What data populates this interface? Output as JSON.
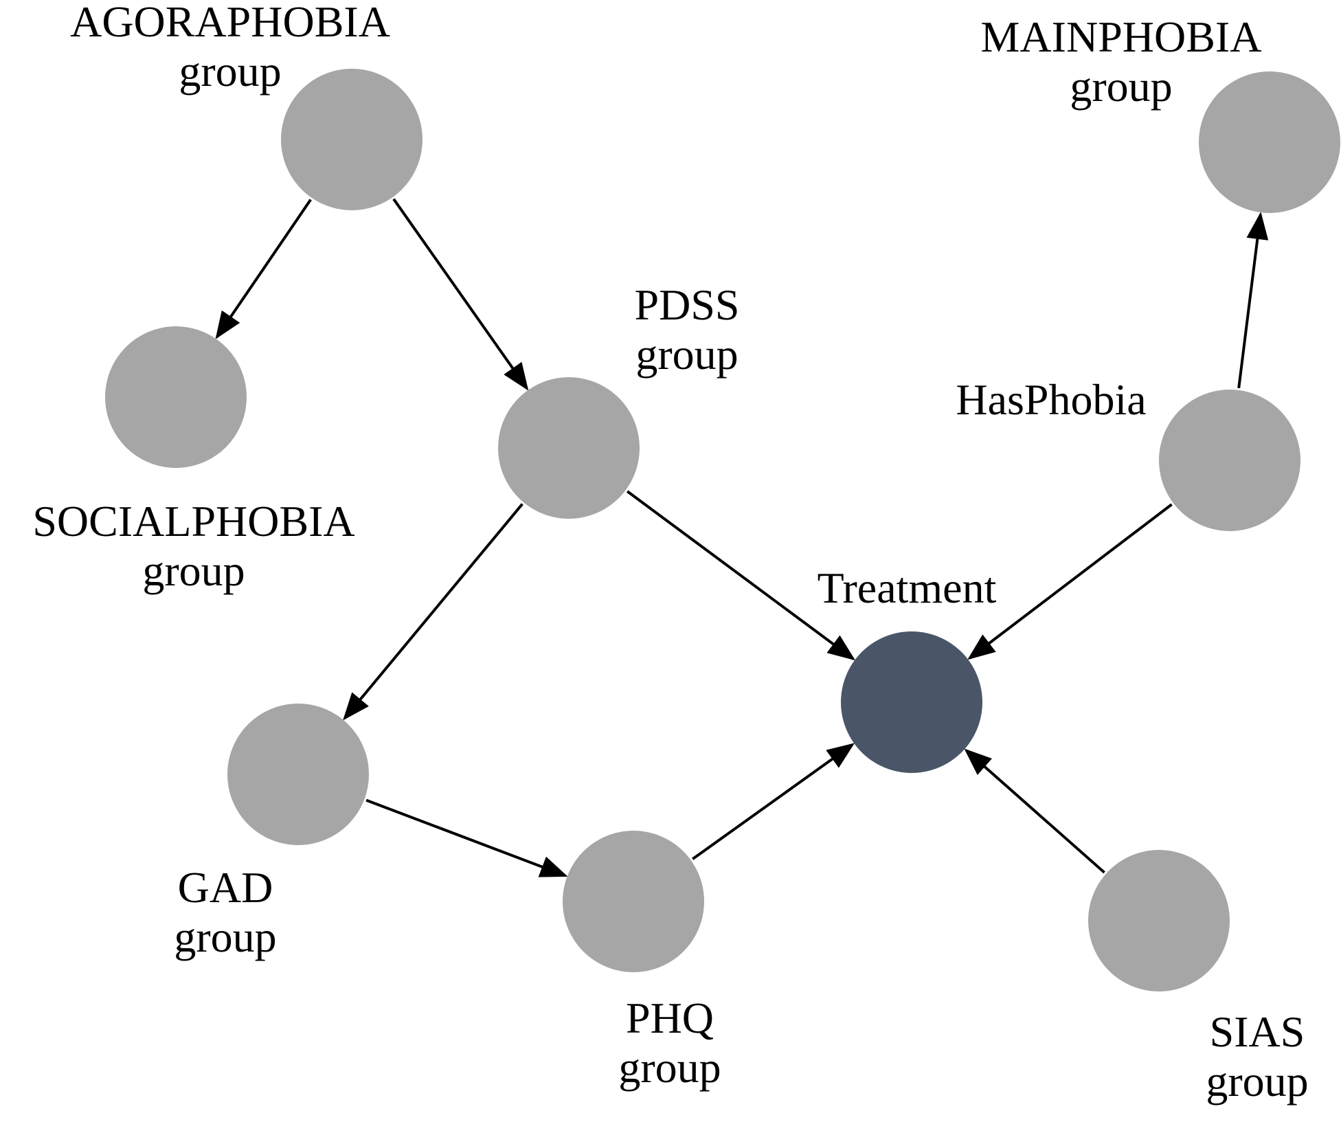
{
  "colors": {
    "node": "#a6a6a6",
    "target_node": "#4a5568",
    "edge": "#000000",
    "label": "#000000"
  },
  "nodes": {
    "agoraphobia": {
      "label_lines": [
        "AGORAPHOBIA",
        "group"
      ],
      "target": false
    },
    "socialphobia": {
      "label_lines": [
        "SOCIALPHOBIA",
        "group"
      ],
      "target": false
    },
    "pdss": {
      "label_lines": [
        "PDSS",
        "group"
      ],
      "target": false
    },
    "gad": {
      "label_lines": [
        "GAD",
        "group"
      ],
      "target": false
    },
    "phq": {
      "label_lines": [
        "PHQ",
        "group"
      ],
      "target": false
    },
    "treatment": {
      "label_lines": [
        "Treatment"
      ],
      "target": true
    },
    "hasphobia": {
      "label_lines": [
        "HasPhobia"
      ],
      "target": false
    },
    "mainphobia": {
      "label_lines": [
        "MAINPHOBIA",
        "group"
      ],
      "target": false
    },
    "sias": {
      "label_lines": [
        "SIAS",
        "group"
      ],
      "target": false
    }
  },
  "edges": [
    {
      "from": "agoraphobia",
      "to": "socialphobia"
    },
    {
      "from": "agoraphobia",
      "to": "pdss"
    },
    {
      "from": "pdss",
      "to": "gad"
    },
    {
      "from": "pdss",
      "to": "treatment"
    },
    {
      "from": "gad",
      "to": "phq"
    },
    {
      "from": "phq",
      "to": "treatment"
    },
    {
      "from": "hasphobia",
      "to": "treatment"
    },
    {
      "from": "hasphobia",
      "to": "mainphobia"
    },
    {
      "from": "sias",
      "to": "treatment"
    }
  ]
}
